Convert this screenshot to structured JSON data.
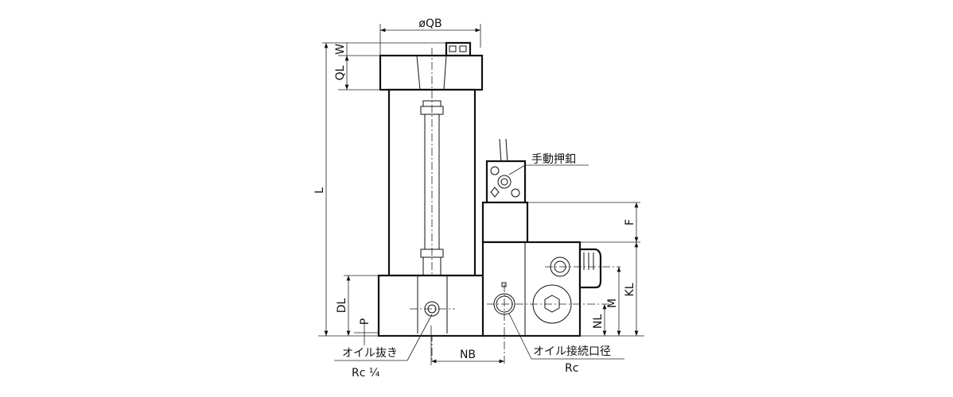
{
  "dimensions": {
    "qb": "øQB",
    "w": "W",
    "ql": "QL",
    "l": "L",
    "dl": "DL",
    "p": "P",
    "nb": "NB",
    "f": "F",
    "kl": "KL",
    "m": "M",
    "nl": "NL"
  },
  "callouts": {
    "manual_button": "手動押釦",
    "oil_drain": "オイル抜き",
    "oil_drain_thread": "Rc ¼",
    "oil_port": "オイル接続口径",
    "oil_port_thread": "Rc"
  }
}
